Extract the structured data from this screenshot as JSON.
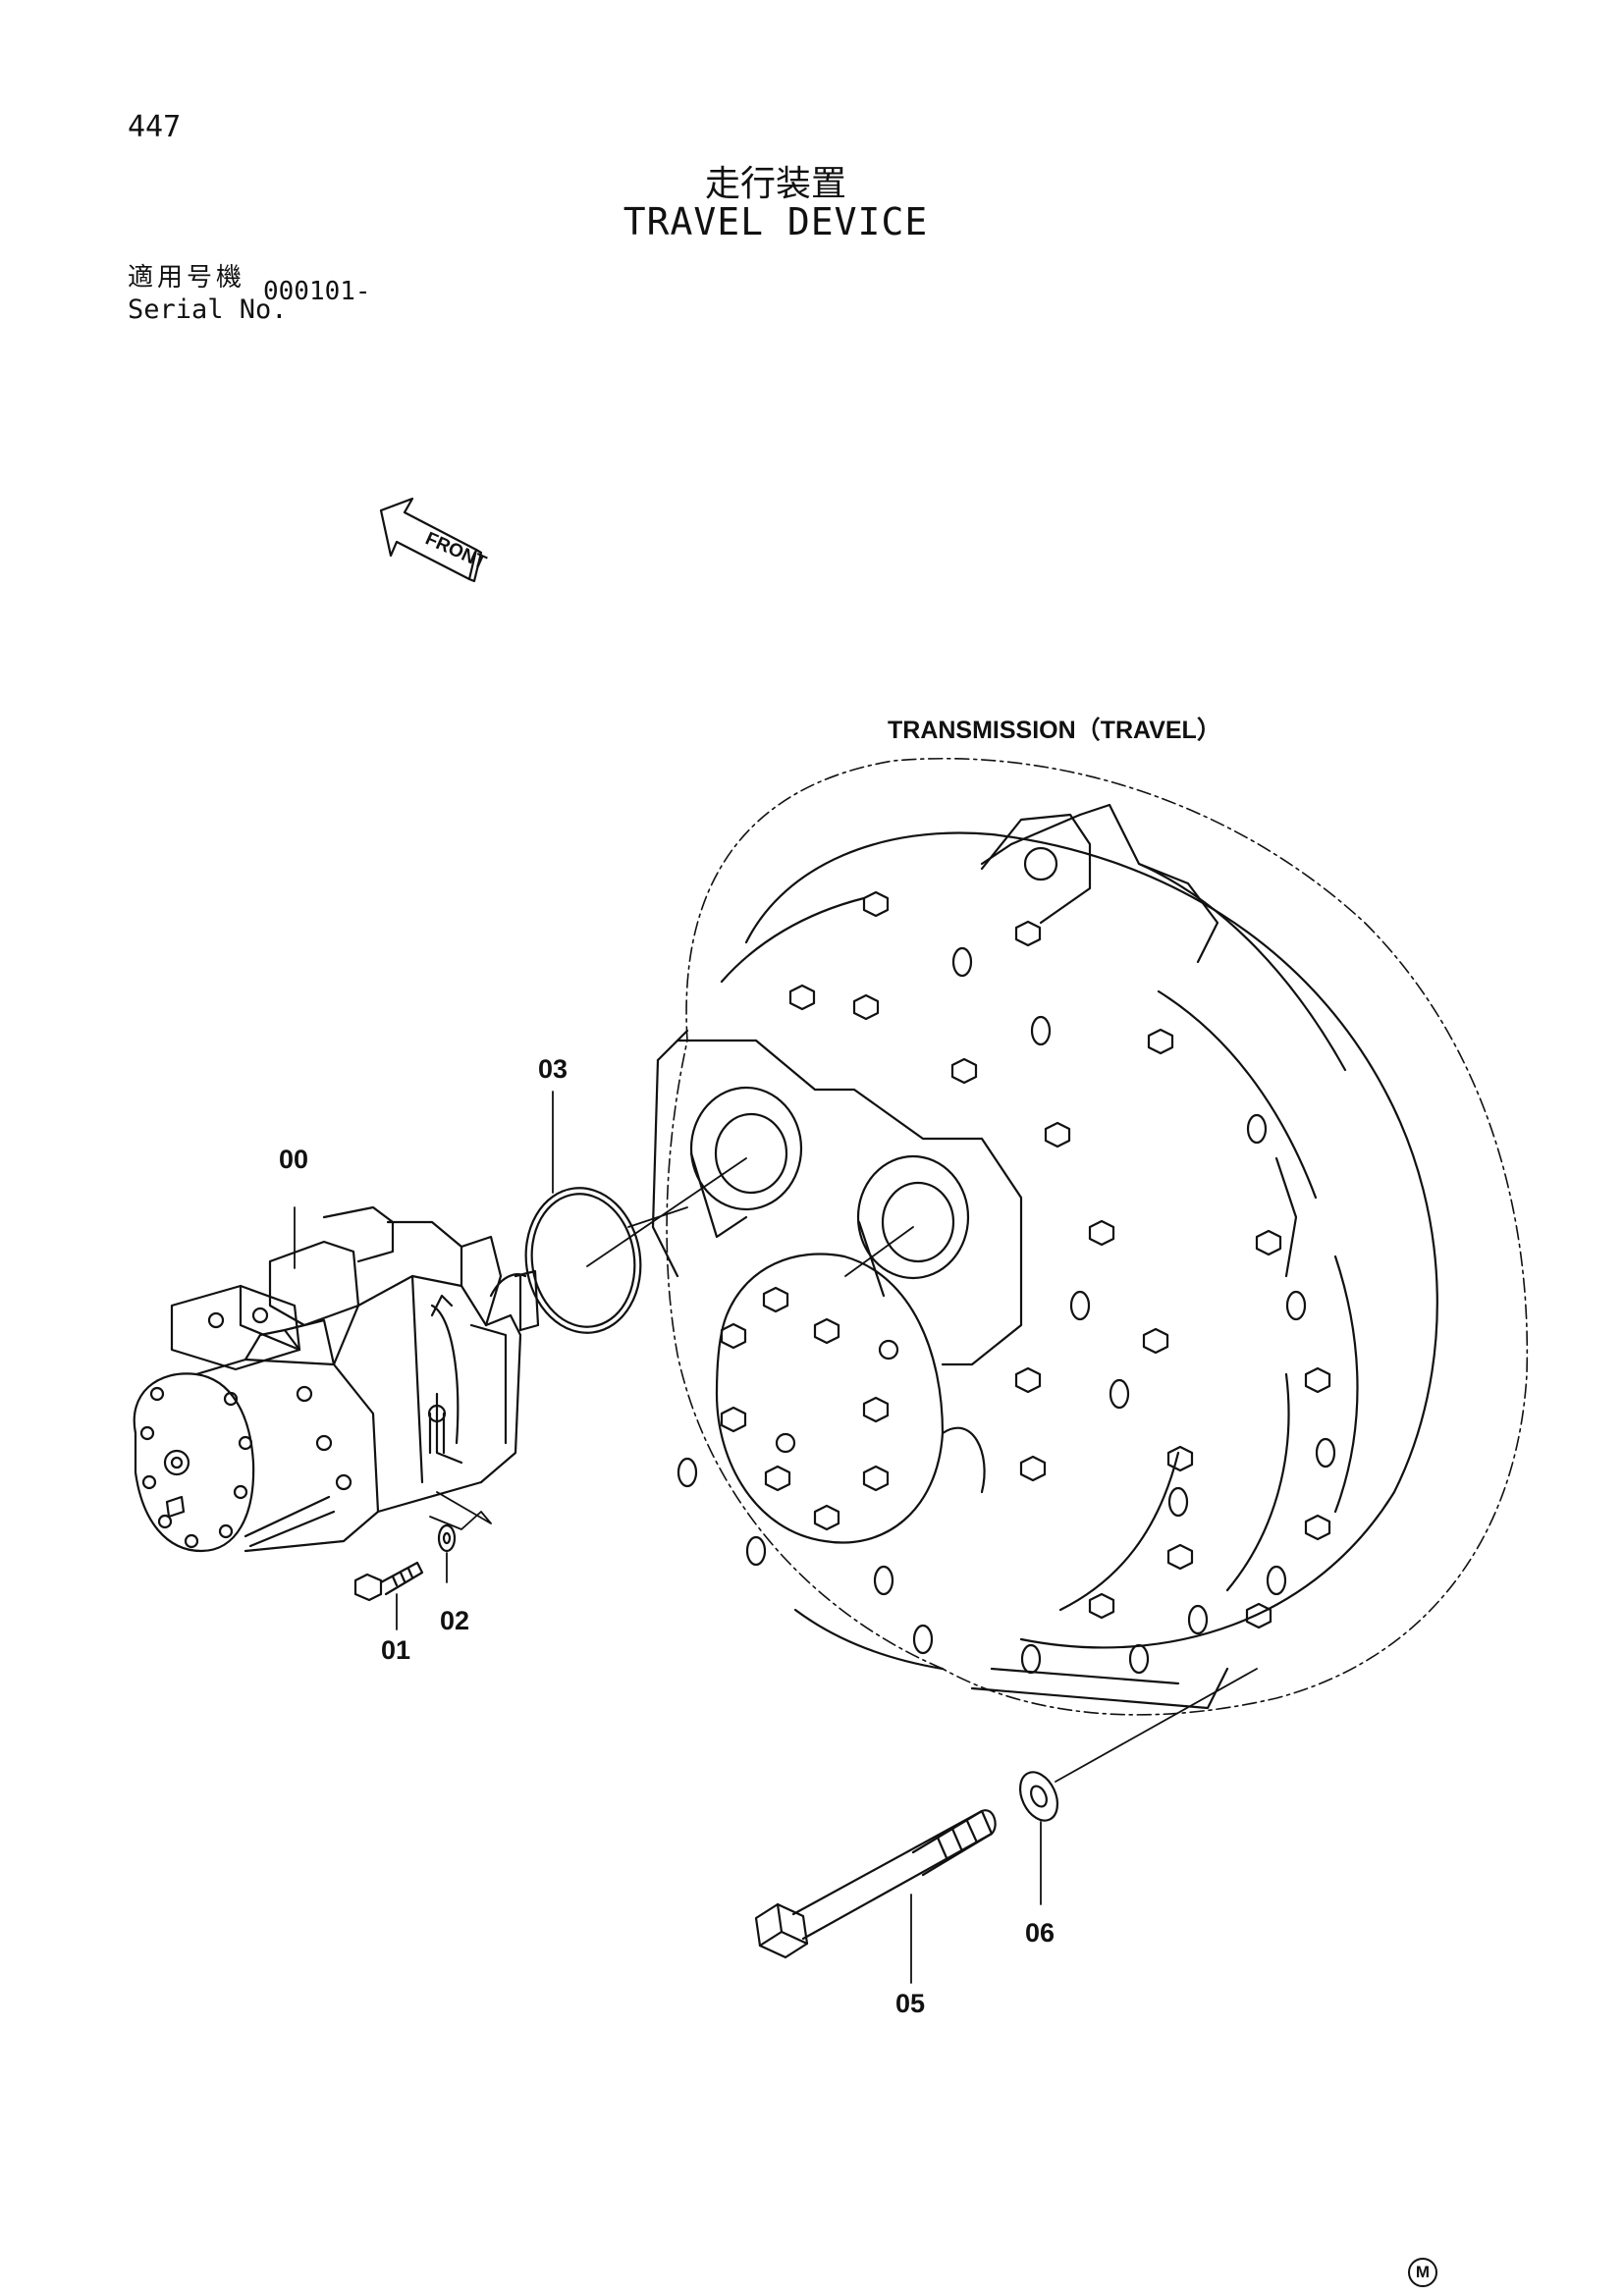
{
  "header": {
    "page_number": "447",
    "title_jp": "走行装置",
    "title_en": "TRAVEL DEVICE",
    "serial_label_jp": "適用号機",
    "serial_label_en": "Serial No.",
    "serial_value": "000101-"
  },
  "drawing": {
    "front_arrow_label": "FRONT",
    "subassembly_label": "TRANSMISSION（TRAVEL）",
    "callouts": {
      "c00": "00",
      "c01": "01",
      "c02": "02",
      "c03": "03",
      "c05": "05",
      "c06": "06"
    },
    "maker_mark": "M"
  }
}
